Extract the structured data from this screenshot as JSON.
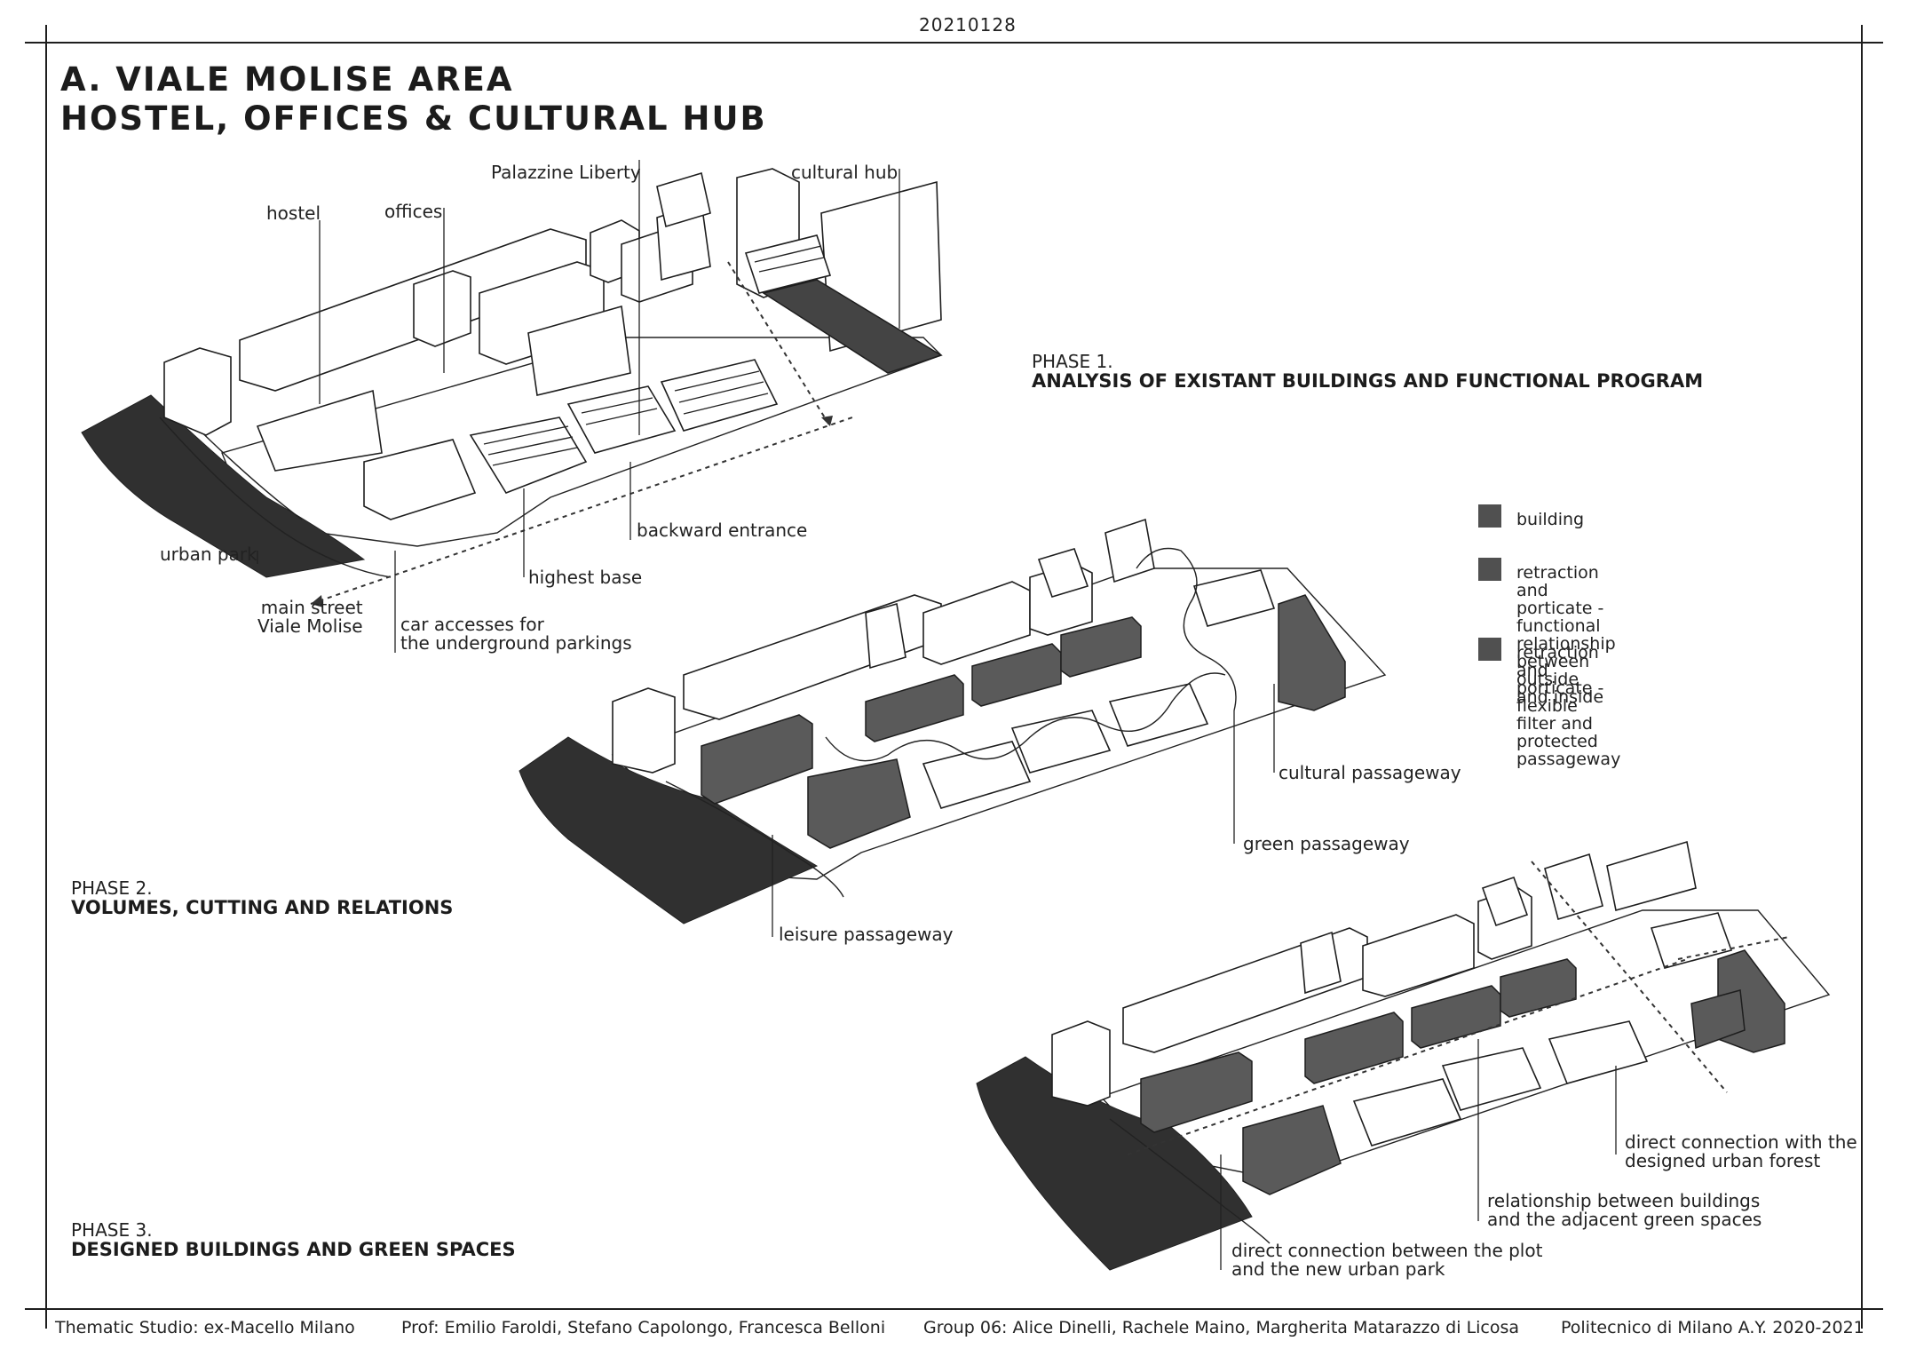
{
  "date": "20210128",
  "title": {
    "line1": "A. VIALE MOLISE AREA",
    "line2": "HOSTEL, OFFICES & CULTURAL HUB"
  },
  "phase1": {
    "number": "PHASE 1.",
    "title": "ANALYSIS OF EXISTANT BUILDINGS AND FUNCTIONAL PROGRAM",
    "labels": {
      "palazzine": "Palazzine Liberty",
      "cultural_hub": "cultural hub",
      "hostel": "hostel",
      "offices": "offices",
      "backward_entrance": "backward entrance",
      "highest_base": "highest base",
      "urban_park": "urban park",
      "main_street": "main street\nViale Molise",
      "car_accesses": "car accesses for\nthe underground parkings"
    }
  },
  "phase2": {
    "number": "PHASE 2.",
    "title": "VOLUMES, CUTTING AND RELATIONS",
    "labels": {
      "cultural_passageway": "cultural passageway",
      "green_passageway": "green passageway",
      "leisure_passageway": "leisure passageway"
    }
  },
  "phase3": {
    "number": "PHASE 3.",
    "title": "DESIGNED BUILDINGS AND GREEN SPACES",
    "labels": {
      "forest": "direct connection with the\ndesigned urban forest",
      "relationship": "relationship between buildings\nand the adjacent green spaces",
      "park_connection": "direct connection between the plot\nand the new urban park"
    }
  },
  "legend": [
    {
      "text": "building",
      "color": "#505050"
    },
    {
      "text": "retraction and porticate -\nfunctional relationship between outside\nand inside",
      "color": "#505050"
    },
    {
      "text": "retraction and porticate -\nflexible filter and protected passageway",
      "color": "#505050"
    }
  ],
  "footer": {
    "studio": "Thematic Studio: ex-Macello Milano",
    "prof": "Prof: Emilio Faroldi, Stefano Capolongo, Francesca Belloni",
    "group": "Group 06: Alice Dinelli, Rachele Maino, Margherita Matarazzo di Licosa",
    "school": "Politecnico di Milano A.Y. 2020-2021"
  }
}
